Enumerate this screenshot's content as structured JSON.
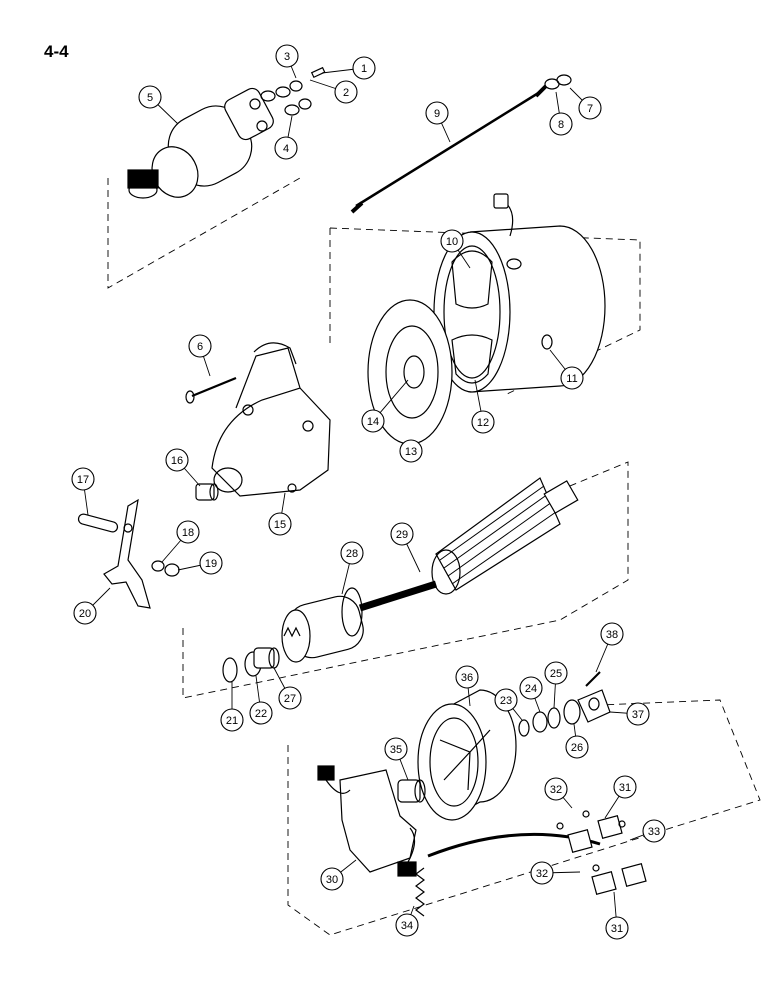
{
  "page": {
    "label": "4-4"
  },
  "parts": [
    {
      "id": "part-1",
      "number": "1"
    },
    {
      "id": "part-2",
      "number": "2"
    },
    {
      "id": "part-3",
      "number": "3"
    },
    {
      "id": "part-4",
      "number": "4"
    },
    {
      "id": "part-5",
      "number": "5"
    },
    {
      "id": "part-6",
      "number": "6"
    },
    {
      "id": "part-7",
      "number": "7"
    },
    {
      "id": "part-8",
      "number": "8"
    },
    {
      "id": "part-9",
      "number": "9"
    },
    {
      "id": "part-10",
      "number": "10"
    },
    {
      "id": "part-11",
      "number": "11"
    },
    {
      "id": "part-12",
      "number": "12"
    },
    {
      "id": "part-13",
      "number": "13"
    },
    {
      "id": "part-14",
      "number": "14"
    },
    {
      "id": "part-15",
      "number": "15"
    },
    {
      "id": "part-16",
      "number": "16"
    },
    {
      "id": "part-17",
      "number": "17"
    },
    {
      "id": "part-18",
      "number": "18"
    },
    {
      "id": "part-19",
      "number": "19"
    },
    {
      "id": "part-20",
      "number": "20"
    },
    {
      "id": "part-21",
      "number": "21"
    },
    {
      "id": "part-22",
      "number": "22"
    },
    {
      "id": "part-23",
      "number": "23"
    },
    {
      "id": "part-24",
      "number": "24"
    },
    {
      "id": "part-25",
      "number": "25"
    },
    {
      "id": "part-26",
      "number": "26"
    },
    {
      "id": "part-27",
      "number": "27"
    },
    {
      "id": "part-28",
      "number": "28"
    },
    {
      "id": "part-29",
      "number": "29"
    },
    {
      "id": "part-30",
      "number": "30"
    },
    {
      "id": "part-31",
      "number": "31"
    },
    {
      "id": "part-32",
      "number": "32"
    },
    {
      "id": "part-33",
      "number": "33"
    },
    {
      "id": "part-34",
      "number": "34"
    },
    {
      "id": "part-35",
      "number": "35"
    },
    {
      "id": "part-36",
      "number": "36"
    },
    {
      "id": "part-37",
      "number": "37"
    },
    {
      "id": "part-38",
      "number": "38"
    },
    {
      "id": "part-31b",
      "number": "31"
    },
    {
      "id": "part-32b",
      "number": "32"
    }
  ]
}
